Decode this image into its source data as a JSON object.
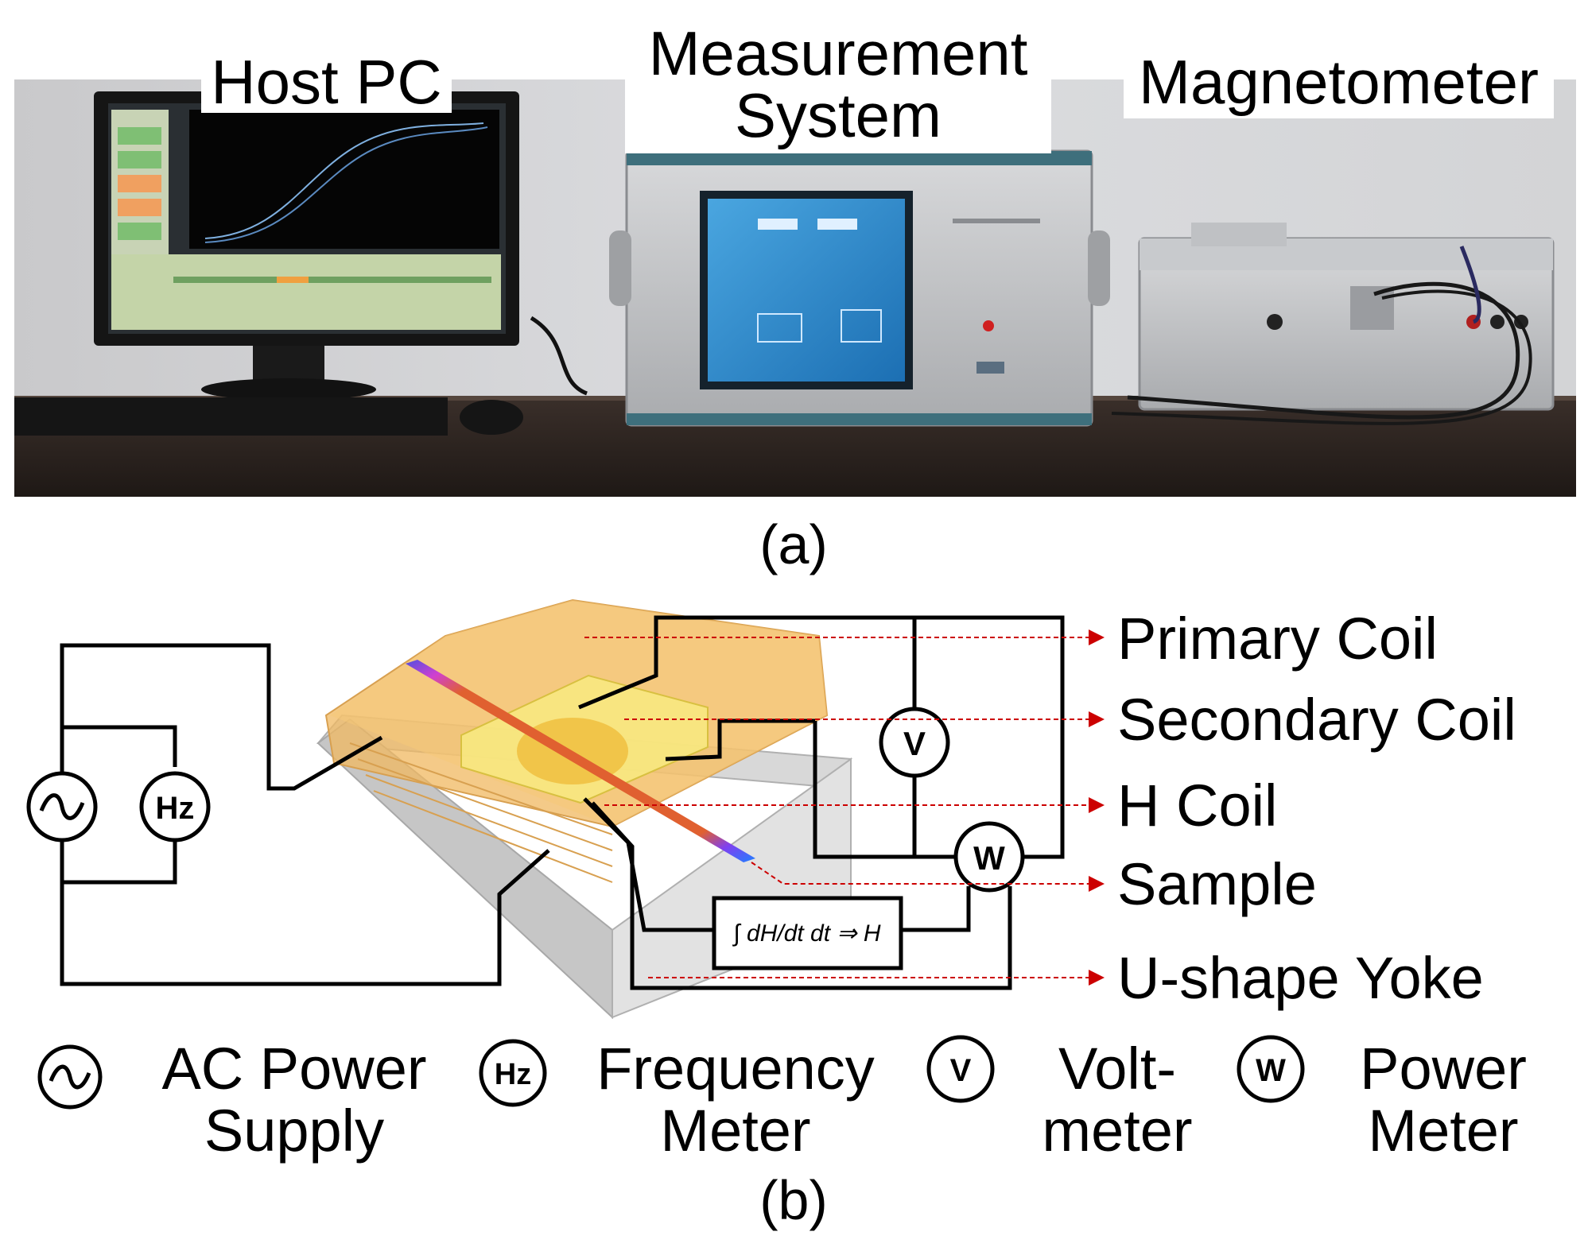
{
  "photo": {
    "labels": {
      "host_pc": "Host PC",
      "measurement_line1": "Measurement",
      "measurement_line2": "System",
      "magnetometer": "Magnetometer"
    },
    "caption": "(a)"
  },
  "diagram": {
    "caption": "(b)",
    "callouts": [
      "Primary Coil",
      "Secondary Coil",
      "H Coil",
      "Sample",
      "U-shape Yoke"
    ],
    "instrument_symbols": {
      "ac": "~",
      "hz": "Hz",
      "v": "V",
      "w": "W"
    },
    "integrator_formula": "∫ dH/dt dt ⇒ H",
    "callout_color": "#cc0000"
  },
  "legend": [
    {
      "symbol": "~",
      "line1": "AC Power",
      "line2": "Supply"
    },
    {
      "symbol": "Hz",
      "line1": "Frequency",
      "line2": "Meter"
    },
    {
      "symbol": "V",
      "line1": "Volt-",
      "line2": "meter"
    },
    {
      "symbol": "W",
      "line1": "Power",
      "line2": "Meter"
    }
  ]
}
